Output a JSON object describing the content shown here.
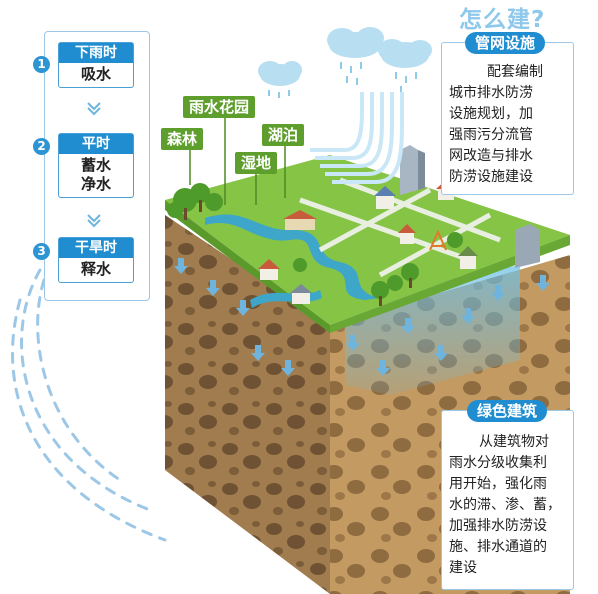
{
  "flow": {
    "steps": [
      {
        "num": "1",
        "title": "下雨时",
        "body": [
          "吸水"
        ]
      },
      {
        "num": "2",
        "title": "平时",
        "body": [
          "蓄水",
          "净水"
        ]
      },
      {
        "num": "3",
        "title": "干旱时",
        "body": [
          "释水"
        ]
      }
    ]
  },
  "labels": {
    "rain_garden": "雨水花园",
    "forest": "森林",
    "lake": "湖泊",
    "wetland": "湿地"
  },
  "right": {
    "how_title": "怎么建?",
    "pipe_panel": {
      "title": "管网设施",
      "lines": [
        "配套编制",
        "城市排水防涝",
        "设施规划，加",
        "强雨污分流管",
        "网改造与排水",
        "防涝设施建设"
      ]
    },
    "green_panel": {
      "title": "绿色建筑",
      "lines": [
        "从建筑物对",
        "雨水分级收集利",
        "用开始，强化雨",
        "水的滞、渗、蓄，",
        "加强排水防涝设",
        "施、排水通道的",
        "建设"
      ]
    }
  },
  "colors": {
    "blue_accent": "#1f8dd0",
    "green_label": "#5e9e2d",
    "grass": "#7fbf3f",
    "soil": "#9c7a4e",
    "water": "#3ea6c9"
  }
}
